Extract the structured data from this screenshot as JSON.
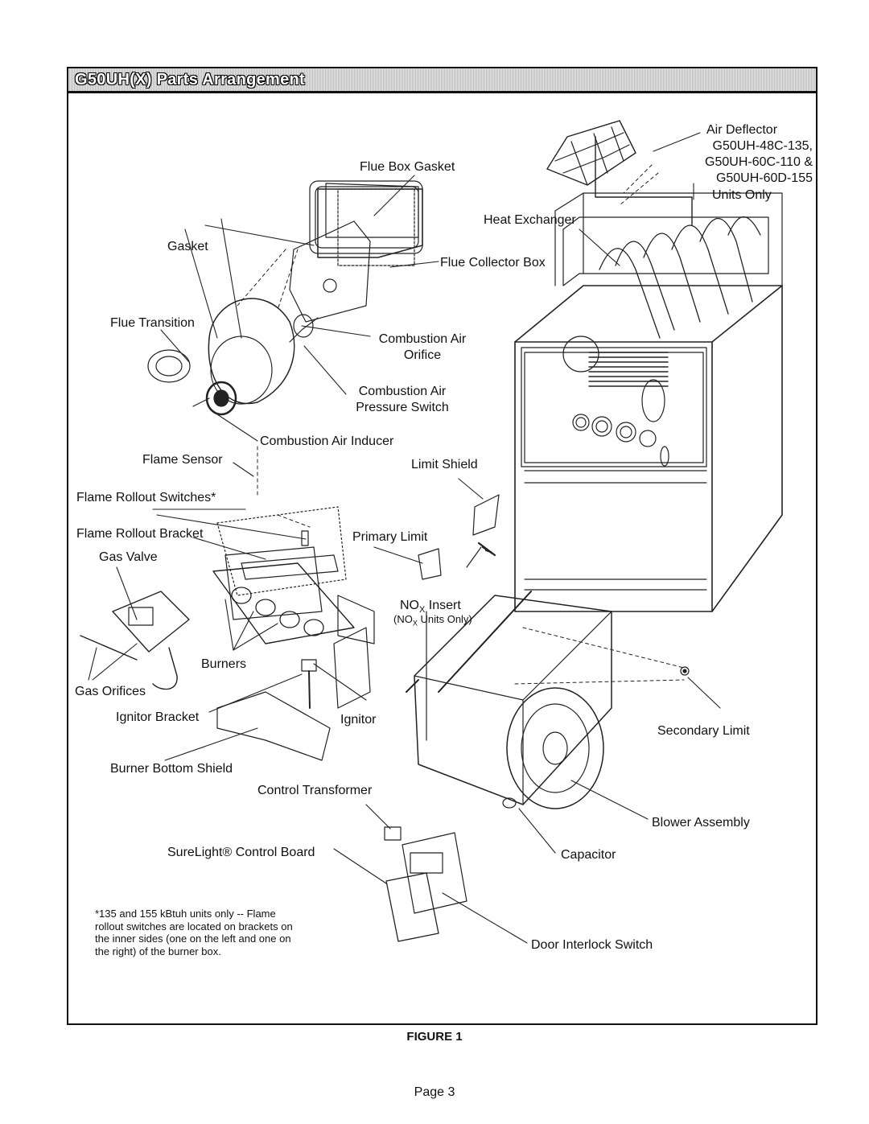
{
  "title": "G50UH(X) Parts Arrangement",
  "labels": {
    "air_deflector": "Air Deflector",
    "air_deflector_m1": "G50UH-48C-135,",
    "air_deflector_m2": "G50UH-60C-110 &",
    "air_deflector_m3": "G50UH-60D-155",
    "air_deflector_m4": "Units Only",
    "flue_box_gasket": "Flue Box Gasket",
    "heat_exchanger": "Heat Exchanger",
    "gasket": "Gasket",
    "flue_collector_box": "Flue Collector Box",
    "flue_transition": "Flue Transition",
    "combustion_air_orifice_1": "Combustion Air",
    "combustion_air_orifice_2": "Orifice",
    "pressure_switch_1": "Combustion Air",
    "pressure_switch_2": "Pressure Switch",
    "combustion_air_inducer": "Combustion Air Inducer",
    "flame_sensor": "Flame Sensor",
    "limit_shield": "Limit Shield",
    "flame_rollout_switches": "Flame Rollout Switches*",
    "flame_rollout_bracket": "Flame Rollout Bracket",
    "primary_limit": "Primary Limit",
    "gas_valve": "Gas Valve",
    "nox_insert_main": "NO",
    "nox_insert_sub": "X",
    "nox_insert_rest": " Insert",
    "nox_units_open": "(NO",
    "nox_units_sub": "X",
    "nox_units_rest": " Units Only)",
    "burners": "Burners",
    "gas_orifices": "Gas Orifices",
    "ignitor_bracket": "Ignitor Bracket",
    "ignitor": "Ignitor",
    "secondary_limit": "Secondary Limit",
    "burner_bottom_shield": "Burner Bottom Shield",
    "control_transformer": "Control Transformer",
    "blower_assembly": "Blower Assembly",
    "surelight_control_board": "SureLight® Control Board",
    "capacitor": "Capacitor",
    "door_interlock_switch": "Door Interlock Switch"
  },
  "footnote": "*135 and 155 kBtuh units only -- Flame rollout switches are located on brackets on the inner sides (one on the left and one on the right) of the burner box.",
  "caption": "FIGURE 1",
  "page": "Page 3"
}
